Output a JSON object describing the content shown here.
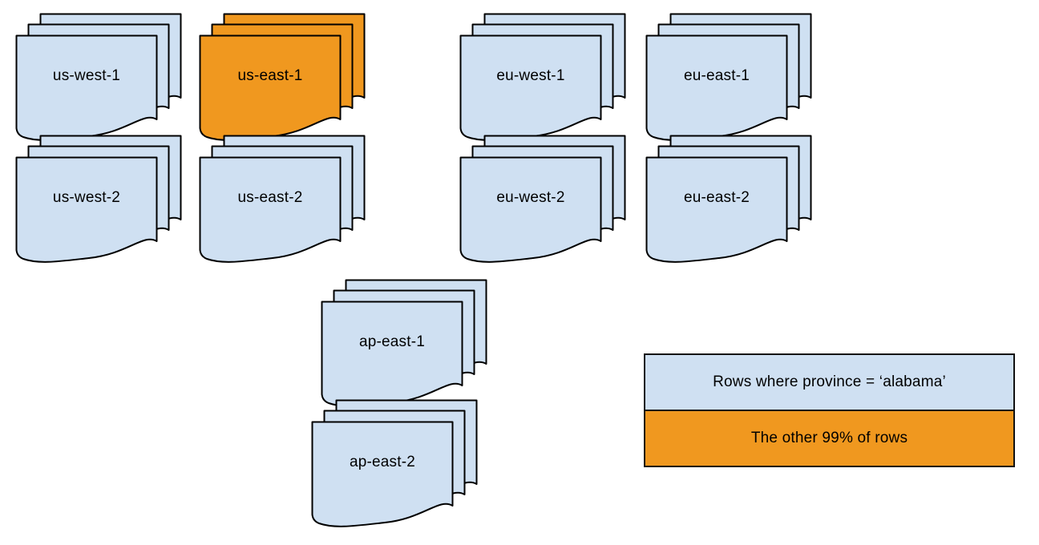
{
  "colors": {
    "region_fill": "#cfe0f2",
    "highlight_fill": "#f0981f",
    "stroke": "#000000"
  },
  "regions": [
    {
      "id": "us-west-1",
      "label": "us-west-1",
      "highlighted": false
    },
    {
      "id": "us-east-1",
      "label": "us-east-1",
      "highlighted": true
    },
    {
      "id": "eu-west-1",
      "label": "eu-west-1",
      "highlighted": false
    },
    {
      "id": "eu-east-1",
      "label": "eu-east-1",
      "highlighted": false
    },
    {
      "id": "us-west-2",
      "label": "us-west-2",
      "highlighted": false
    },
    {
      "id": "us-east-2",
      "label": "us-east-2",
      "highlighted": false
    },
    {
      "id": "eu-west-2",
      "label": "eu-west-2",
      "highlighted": false
    },
    {
      "id": "eu-east-2",
      "label": "eu-east-2",
      "highlighted": false
    },
    {
      "id": "ap-east-1",
      "label": "ap-east-1",
      "highlighted": false
    },
    {
      "id": "ap-east-2",
      "label": "ap-east-2",
      "highlighted": false
    }
  ],
  "legend": {
    "row_blue": "Rows where province = ‘alabama’",
    "row_orange": "The other 99% of rows"
  }
}
